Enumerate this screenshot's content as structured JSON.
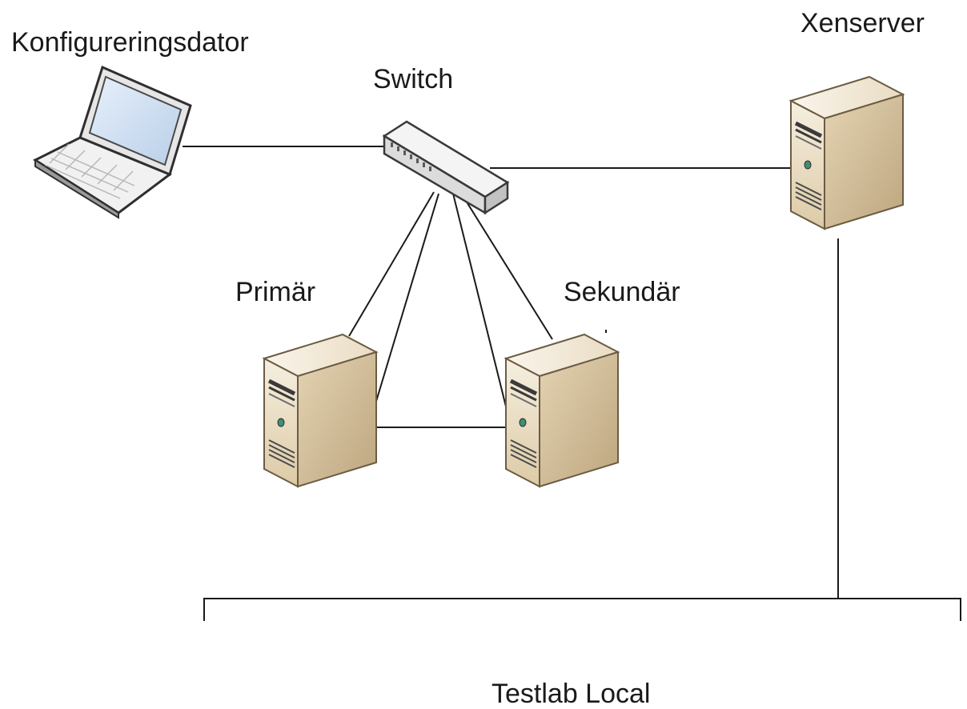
{
  "nodes": {
    "config_pc": {
      "label": "Konfigureringsdator",
      "icon": "laptop-icon"
    },
    "switch": {
      "label": "Switch",
      "icon": "network-switch-icon"
    },
    "xenserver": {
      "label": "Xenserver",
      "icon": "server-tower-icon"
    },
    "primary": {
      "label": "Primär",
      "icon": "server-tower-icon"
    },
    "secondary": {
      "label": "Sekundär",
      "icon": "server-tower-icon"
    }
  },
  "network": {
    "label": "Testlab Local"
  },
  "colors": {
    "line": "#1a1a1a",
    "server_body": "#e8d8bc",
    "server_shade": "#b9a27c",
    "laptop_body": "#ececec",
    "laptop_screen": "#cfe0f2"
  }
}
